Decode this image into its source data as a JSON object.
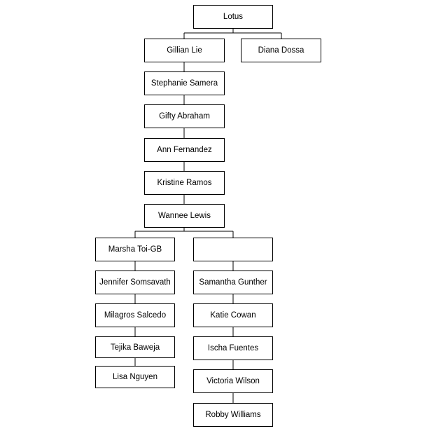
{
  "org_chart": {
    "root": "Lotus",
    "main_branch": [
      "Gillian Lie",
      "Stephanie Samera",
      "Gifty Abraham",
      "Ann Fernandez",
      "Kristine Ramos",
      "Wannee Lewis"
    ],
    "side_branch": [
      "Diana Dossa"
    ],
    "left_branch": [
      "Marsha Toi-GB",
      "Jennifer Somsavath",
      "Milagros Salcedo",
      "Tejika Baweja",
      "Lisa Nguyen"
    ],
    "right_branch_header": "",
    "right_branch": [
      "Samantha Gunther",
      "Katie Cowan",
      "Ischa Fuentes",
      "Victoria Wilson",
      "Robby Williams"
    ]
  }
}
